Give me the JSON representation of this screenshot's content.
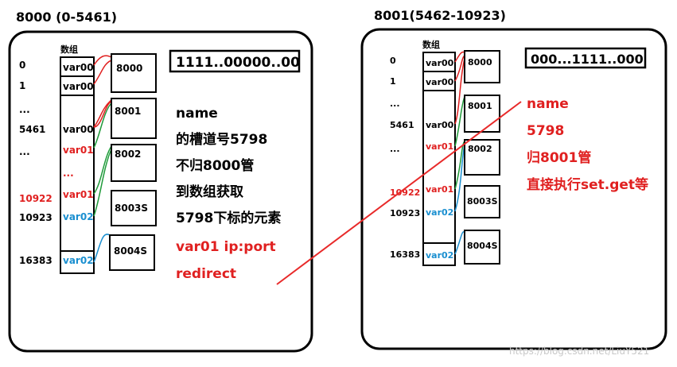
{
  "left": {
    "title": "8000 (0-5461)",
    "array_label": "数组",
    "indices": [
      "0",
      "1",
      "...",
      "5461",
      "...",
      "10922",
      "10923",
      "16383"
    ],
    "entries": [
      "var00",
      "var00",
      "var00",
      "var01",
      "...",
      "var01",
      "var02",
      "var02"
    ],
    "bitmap": "1111..00000..00",
    "nodes": [
      "8000",
      "8001",
      "8002",
      "8003S",
      "8004S"
    ],
    "notes_black": [
      "name",
      "的槽道号5798",
      "不归8000管",
      "到数组获取",
      "5798下标的元素"
    ],
    "notes_red": [
      "var01 ip:port",
      "redirect"
    ]
  },
  "right": {
    "title": "8001(5462-10923)",
    "array_label": "数组",
    "indices": [
      "0",
      "1",
      "...",
      "5461",
      "...",
      "10922",
      "10923",
      "16383"
    ],
    "entries": [
      "var00",
      "var00",
      "var00",
      "var01",
      "var01",
      "var02",
      "var02"
    ],
    "bitmap": "000...1111..000",
    "nodes": [
      "8000",
      "8001",
      "8002",
      "8003S",
      "8004S"
    ],
    "notes_red": [
      "name",
      "5798",
      "归8001管",
      "直接执行set.get等"
    ]
  },
  "watermark": "https://blog.csdn.net/LiuY521",
  "colors": {
    "black": "#000000",
    "red": "#e02020",
    "green": "#1f9a3a",
    "blue": "#1a8fd0",
    "red_line": "#e82a2a"
  }
}
